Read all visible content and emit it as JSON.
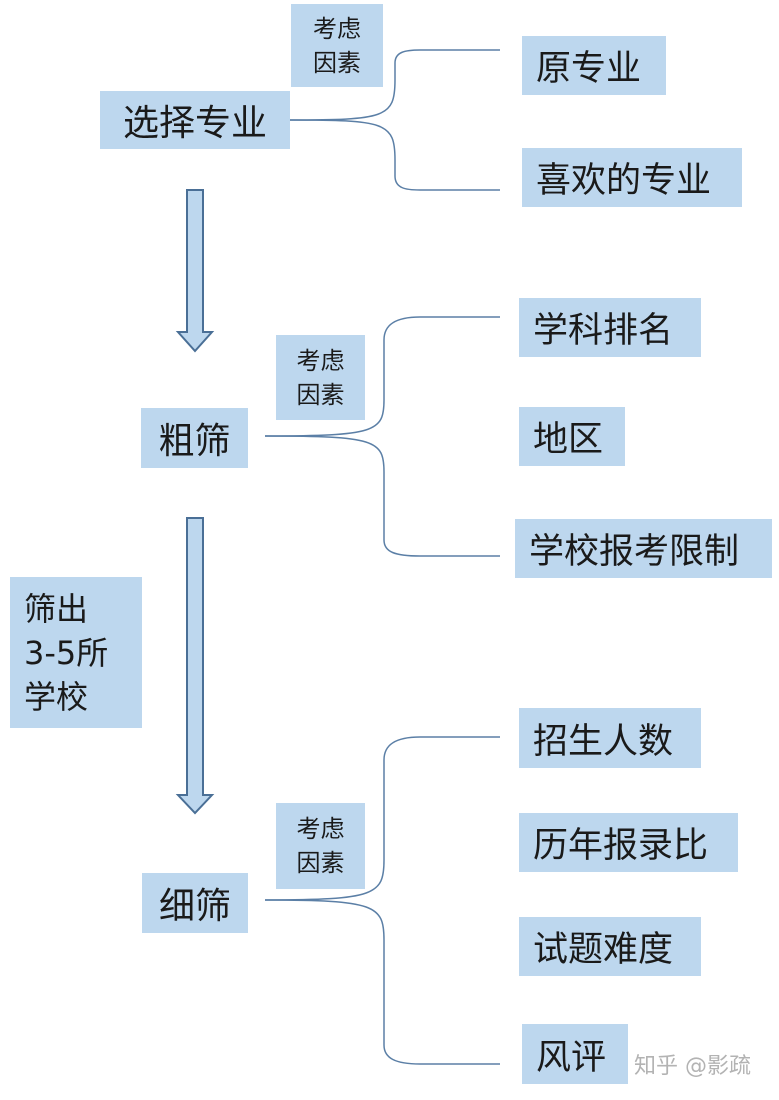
{
  "diagram": {
    "stage1": {
      "label": "选择专业",
      "factor_line1": "考虑",
      "factor_line2": "因素",
      "options": [
        "原专业",
        "喜欢的专业"
      ]
    },
    "stage2": {
      "label": "粗筛",
      "factor_line1": "考虑",
      "factor_line2": "因素",
      "options": [
        "学科排名",
        "地区",
        "学校报考限制"
      ]
    },
    "stage3": {
      "label": "细筛",
      "factor_line1": "考虑",
      "factor_line2": "因素",
      "options": [
        "招生人数",
        "历年报录比",
        "试题难度",
        "风评"
      ]
    },
    "note": {
      "line1": "筛出",
      "line2": "3-5所",
      "line3": "学校"
    }
  },
  "watermark": "知乎 @影疏",
  "colors": {
    "box_fill": "#bdd7ee",
    "line": "#5b7fa6",
    "arrow_fill": "#bdd7ee",
    "arrow_stroke": "#4a6f96"
  }
}
